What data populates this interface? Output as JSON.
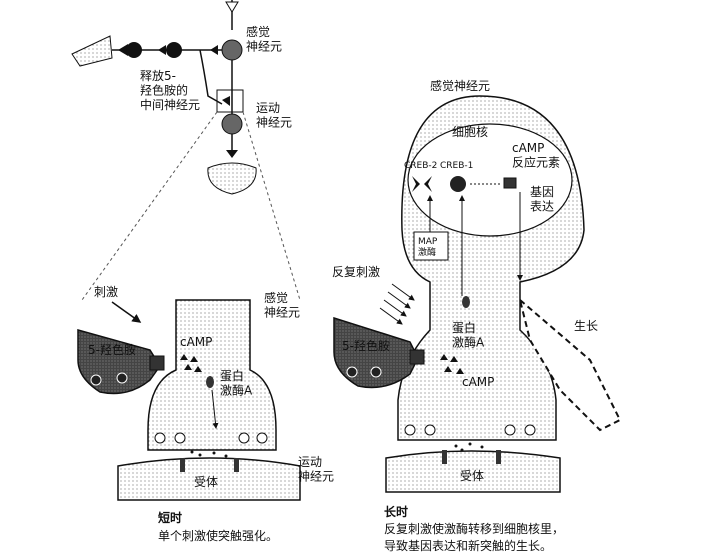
{
  "labels": {
    "sensory_top": "感觉\n神经元",
    "interneuron": "释放5-\n羟色胺的\n中间神经元",
    "motor_top": "运动\n神经元",
    "stimulus": "刺激",
    "serotonin_left": "5-羟色胺",
    "camp_left": "cAMP",
    "pka_left": "蛋白\n激酶A",
    "sensory_left": "感觉\n神经元",
    "receptor_left": "受体",
    "motor_left": "运动\n神经元",
    "sensory_right": "感觉神经元",
    "nucleus": "细胞核",
    "creb2": "CREB-2",
    "creb1": "CREB-1",
    "camp_response": "cAMP\n反应元素",
    "gene_expression": "基因\n表达",
    "map_kinase": "MAP\n激酶",
    "repeated_stimulus": "反复刺激",
    "serotonin_right": "5-羟色胺",
    "pka_right": "蛋白\n激酶A",
    "camp_right": "cAMP",
    "growth": "生长",
    "receptor_right": "受体"
  },
  "captions": {
    "short_title": "短时",
    "short_body": "单个刺激使突触强化。",
    "long_title": "长时",
    "long_body_1": "反复刺激使激酶转移到细胞核里，",
    "long_body_2": "导致基因表达和新突触的生长。"
  }
}
